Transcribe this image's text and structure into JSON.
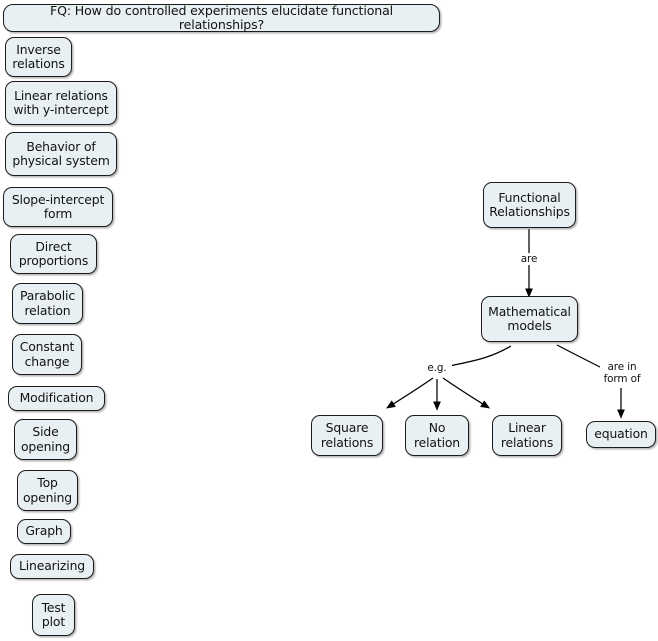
{
  "header": {
    "text": "FQ: How do controlled experiments elucidate functional relationships?"
  },
  "theme": {
    "node_fill": "#e9f0f3",
    "node_border": "#1c1c1c",
    "text_color": "#121212",
    "background": "#ffffff",
    "edge_color": "#000000"
  },
  "unlinked_nodes": [
    {
      "label": "Inverse\nrelations"
    },
    {
      "label": "Linear relations\nwith y-intercept"
    },
    {
      "label": "Behavior of\nphysical system"
    },
    {
      "label": "Slope-intercept\nform"
    },
    {
      "label": "Direct\nproportions"
    },
    {
      "label": "Parabolic\nrelation"
    },
    {
      "label": "Constant\nchange"
    },
    {
      "label": "Modification"
    },
    {
      "label": "Side\nopening"
    },
    {
      "label": "Top\nopening"
    },
    {
      "label": "Graph"
    },
    {
      "label": "Linearizing"
    },
    {
      "label": "Test\nplot"
    }
  ],
  "map_nodes": [
    {
      "label": "Functional\nRelationships"
    },
    {
      "label": "Mathematical\nmodels"
    },
    {
      "label": "Square\nrelations"
    },
    {
      "label": "No\nrelation"
    },
    {
      "label": "Linear\nrelations"
    },
    {
      "label": "equation"
    }
  ],
  "edge_labels": [
    {
      "label": "are"
    },
    {
      "label": "e.g."
    },
    {
      "label": "are in\nform of"
    }
  ]
}
